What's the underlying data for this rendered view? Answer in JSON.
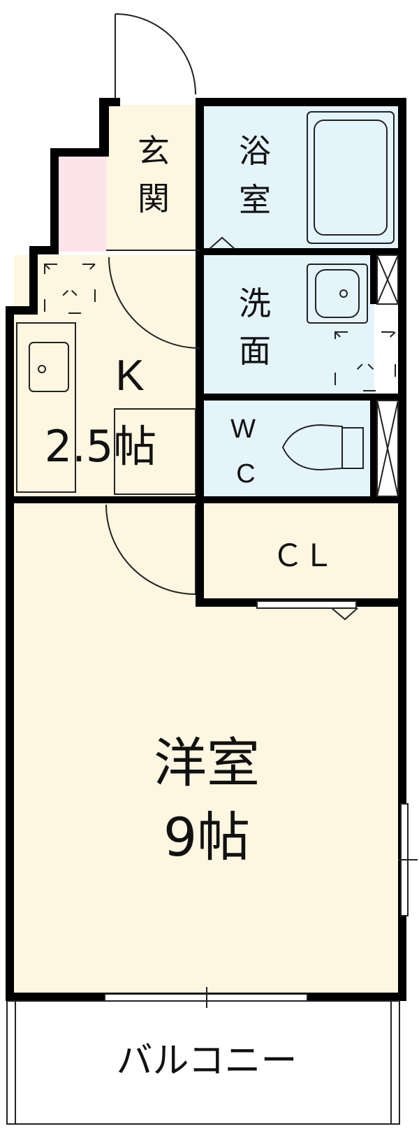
{
  "rooms": {
    "entrance": {
      "label_1": "玄",
      "label_2": "関"
    },
    "bath": {
      "label_1": "浴",
      "label_2": "室"
    },
    "washroom": {
      "label_1": "洗",
      "label_2": "面"
    },
    "kitchen": {
      "label_1": "K",
      "label_2": "2.5帖"
    },
    "toilet": {
      "label_1": "W",
      "label_2": "C"
    },
    "closet": {
      "label": "ＣＬ"
    },
    "western_room": {
      "label_1": "洋室",
      "label_2": "9帖"
    },
    "balcony": {
      "label": "バルコニー"
    }
  },
  "colors": {
    "wall": "#000000",
    "warm_floor": "#fdf6e1",
    "wet_area": "#e4f4fb",
    "storage": "#fde4ea",
    "balcony": "#ffffff"
  }
}
